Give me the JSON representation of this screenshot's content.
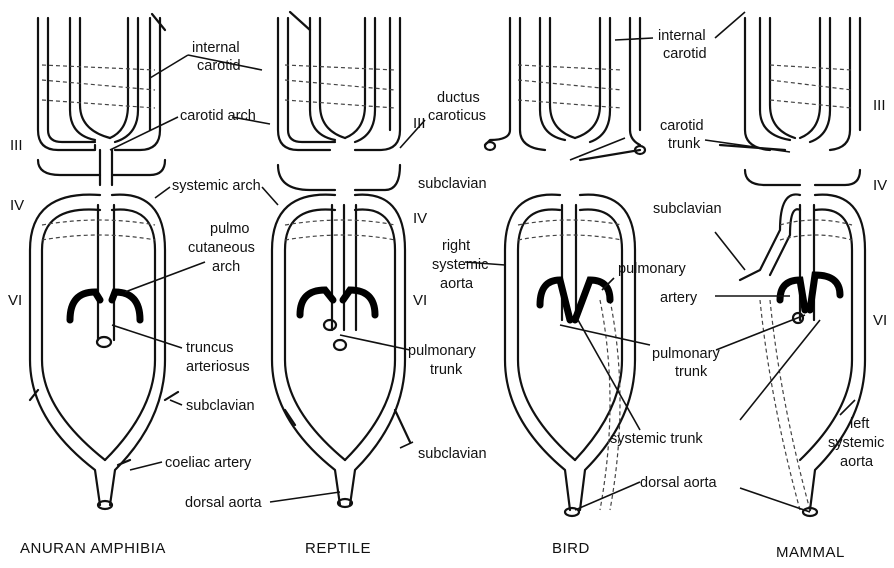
{
  "panels": {
    "amphibian": "ANURAN AMPHIBIA",
    "reptile": "REPTILE",
    "bird": "BIRD",
    "mammal": "MAMMAL"
  },
  "arch_numbers": {
    "amph_III": "III",
    "amph_IV": "IV",
    "amph_VI": "VI",
    "rep_III": "III",
    "rep_IV": "IV",
    "rep_VI": "VI",
    "mam_III": "III",
    "mam_IV": "IV",
    "mam_VI": "VI"
  },
  "labels_left": {
    "internal_carotid_1": "internal",
    "internal_carotid_2": "carotid",
    "carotid_arch": "carotid arch",
    "systemic_arch": "systemic arch",
    "pulmo_1": "pulmo",
    "pulmo_2": "cutaneous",
    "pulmo_3": "arch",
    "truncus_1": "truncus",
    "truncus_2": "arteriosus",
    "subclavian_a": "subclavian",
    "coeliac": "coeliac artery",
    "dorsal_aorta": "dorsal aorta",
    "ductus_1": "ductus",
    "ductus_2": "caroticus",
    "pulmonary_trunk_1": "pulmonary",
    "pulmonary_trunk_2": "trunk",
    "subclavian_r": "subclavian"
  },
  "labels_right": {
    "internal_carotid_1": "internal",
    "internal_carotid_2": "carotid",
    "carotid_trunk_1": "carotid",
    "carotid_trunk_2": "trunk",
    "subclavian_b_left": "subclavian",
    "subclavian_m": "subclavian",
    "right_sys_1": "right",
    "right_sys_2": "systemic",
    "right_sys_3": "aorta",
    "pulmonary_artery_1": "pulmonary",
    "pulmonary_artery_2": "artery",
    "pulmonary_trunk_1": "pulmonary",
    "pulmonary_trunk_2": "trunk",
    "systemic_trunk": "systemic trunk",
    "dorsal_aorta": "dorsal aorta",
    "left_sys_1": "left",
    "left_sys_2": "systemic",
    "left_sys_3": "aorta"
  }
}
